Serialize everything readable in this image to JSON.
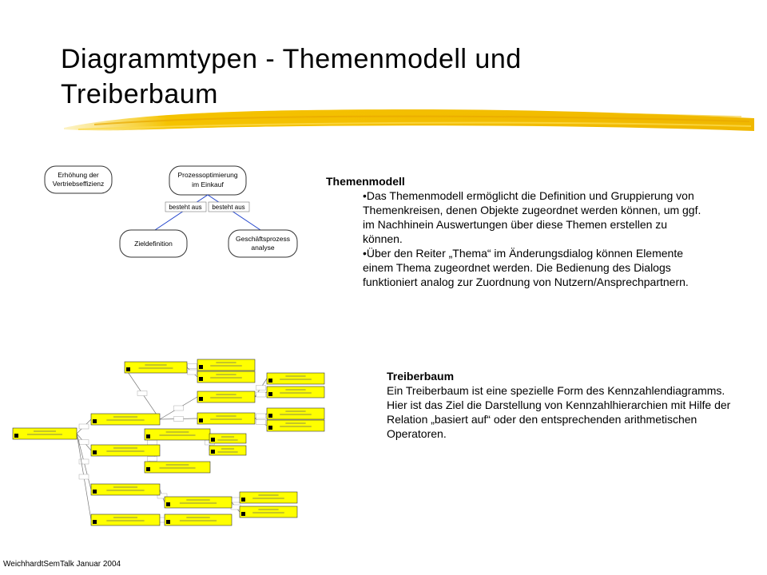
{
  "slide": {
    "title": "Diagrammtypen - Themenmodell und Treiberbaum",
    "footer": "WeichhardtSemTalk Januar 2004",
    "accent_color": "#f5c300"
  },
  "themenmodell": {
    "heading": "Themenmodell",
    "bullets": [
      "•Das Themenmodell ermöglicht die Definition und Gruppierung von Themenkreisen, denen Objekte zugeordnet werden können, um ggf. im Nachhinein Auswertungen über diese Themen erstellen zu können.",
      "•Über den Reiter „Thema“ im Änderungsdialog können Elemente einem Thema zugeordnet werden. Die Bedienung des Dialogs funktioniert analog zur Zuordnung von Nutzern/Ansprechpartnern."
    ],
    "diagram": {
      "nodes": {
        "erhoehung": [
          "Erhöhung der",
          "Vertriebseffizienz"
        ],
        "prozess": [
          "Prozessoptimierung",
          "im Einkauf"
        ],
        "ziel": [
          "Zieldefinition"
        ],
        "geschaeft": [
          "Geschäftsprozess",
          "analyse"
        ]
      },
      "edge_labels": [
        "besteht aus",
        "besteht aus"
      ]
    }
  },
  "treiberbaum": {
    "heading": "Treiberbaum",
    "text": "Ein Treiberbaum ist eine spezielle Form des Kennzahlendiagramms. Hier ist das Ziel die Darstellung von Kennzahlhierarchien mit Hilfe der Relation „basiert auf“ oder den entsprechenden arithmetischen Operatoren.",
    "node_color": "#ffff00"
  }
}
